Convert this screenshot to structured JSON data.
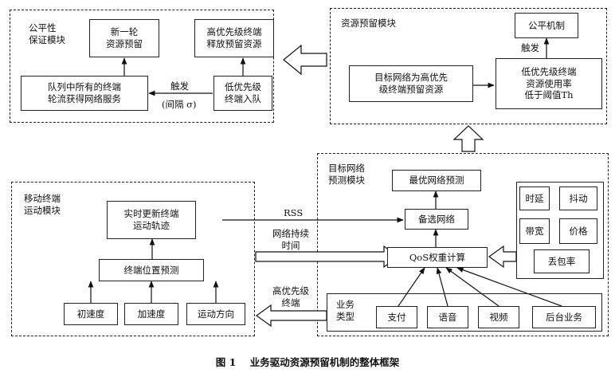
{
  "fairness": {
    "title": "公平性\n保证模块",
    "new_round": "新一轮\n资源预留",
    "high_release": "高优先级终端\n释放预留资源",
    "low_queue": "低优先级\n终端入队",
    "round_robin": "队列中所有的终端\n轮流获得网络服务",
    "trigger_label": "触发",
    "interval_label": "(间隔 σ)"
  },
  "reservation": {
    "title": "资源预留模块",
    "reserve": "目标网络为高优先\n级终端预留资源",
    "low_usage": "低优先级终端\n资源使用率\n低于阈值Th",
    "fair_mech": "公平机制",
    "trigger_label": "触发"
  },
  "target": {
    "title": "目标网络\n预测模块",
    "optimal": "最优网络预测",
    "candidate": "备选网络",
    "qos": "QoS权重计算",
    "metrics": [
      "时延",
      "抖动",
      "带宽",
      "价格",
      "丢包率"
    ],
    "service_type_label": "业务\n类型",
    "services": [
      "支付",
      "语音",
      "视频",
      "后台业务"
    ]
  },
  "mobile": {
    "title": "移动终端\n运动模块",
    "track": "实时更新终端\n运动轨迹",
    "position": "终端位置预测",
    "params": [
      "初速度",
      "加速度",
      "运动方向"
    ]
  },
  "links": {
    "rss": "RSS",
    "duration": "网络持续\n时间",
    "high_terminal": "高优先级\n终端"
  },
  "caption": "图 1    业务驱动资源预留机制的整体框架"
}
